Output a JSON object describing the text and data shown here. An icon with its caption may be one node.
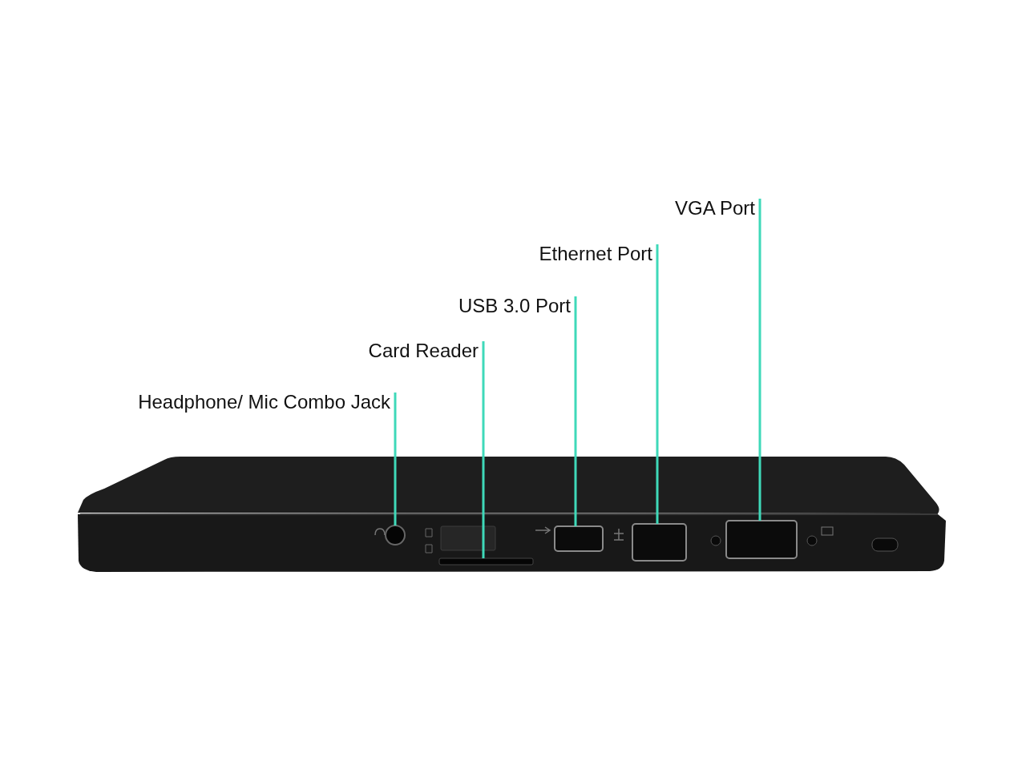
{
  "diagram": {
    "nodes": [
      {
        "text": [
          "Headphone/ Mic Combo Jack"
        ]
      },
      {
        "text": [
          "Card Reader"
        ]
      },
      {
        "text": [
          "USB 3.0 Port"
        ]
      },
      {
        "text": [
          "Ethernet Port"
        ]
      },
      {
        "text": [
          "VGA Port"
        ]
      },
      {
        "text": [],
        "shape": "circle"
      },
      {
        "text": [],
        "shape": "bar"
      },
      {
        "text": [],
        "shape": "box"
      },
      {
        "text": [],
        "shape": "box"
      },
      {
        "text": [],
        "shape": "box"
      }
    ],
    "edges": [
      {
        "from": 0,
        "to": 5,
        "arrow": "none"
      },
      {
        "from": 1,
        "to": 6,
        "arrow": "none"
      },
      {
        "from": 2,
        "to": 7,
        "arrow": "none"
      },
      {
        "from": 3,
        "to": 8,
        "arrow": "none"
      },
      {
        "from": 4,
        "to": 9,
        "arrow": "none"
      }
    ]
  }
}
